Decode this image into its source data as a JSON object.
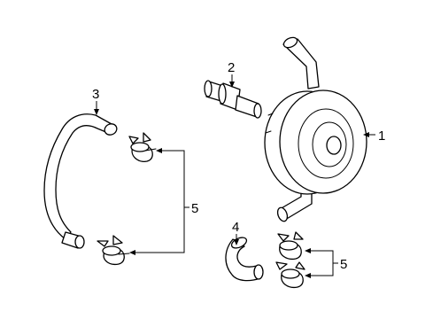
{
  "callouts": {
    "oil_cooler": "1",
    "union_bolt": "2",
    "hose_left": "3",
    "hose_small": "4",
    "clamps_left": "5",
    "clamps_right": "5"
  }
}
